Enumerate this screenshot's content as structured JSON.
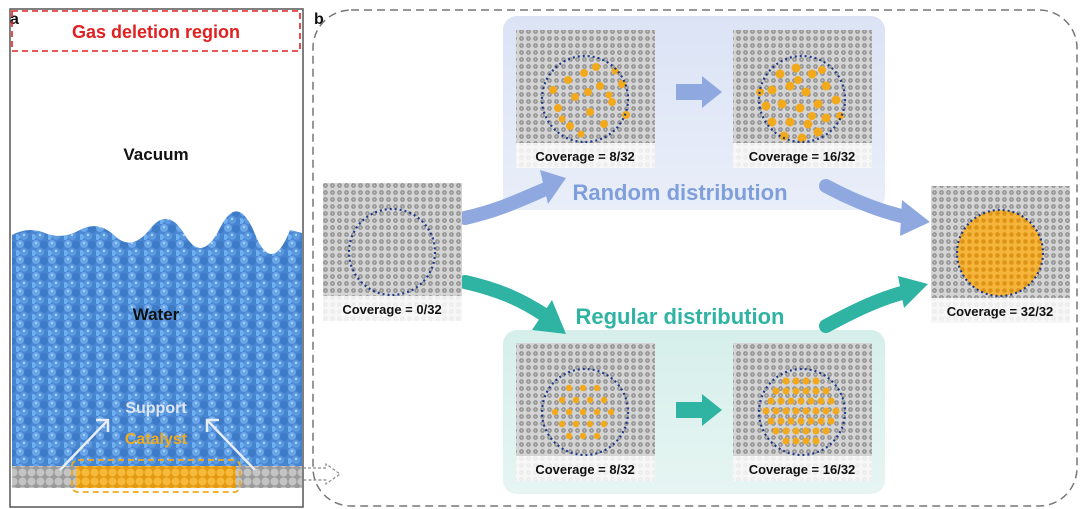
{
  "panel_a": {
    "label": "a",
    "gas_region": "Gas deletion region",
    "vacuum": "Vacuum",
    "water": "Water",
    "support": "Support",
    "catalyst": "Catalyst"
  },
  "panel_b": {
    "label": "b",
    "random_label": "Random distribution",
    "regular_label": "Regular distribution",
    "tiles": {
      "start": "Coverage = 0/32",
      "random_8": "Coverage = 8/32",
      "random_16": "Coverage = 16/32",
      "regular_8": "Coverage = 8/32",
      "regular_16": "Coverage = 16/32",
      "final": "Coverage = 32/32"
    }
  },
  "colors": {
    "water": "#4a8ad6",
    "catalyst": "#f2a91c",
    "gas_region": "#e02020",
    "random_accent": "#7f9edc",
    "regular_accent": "#2fb3a3"
  }
}
